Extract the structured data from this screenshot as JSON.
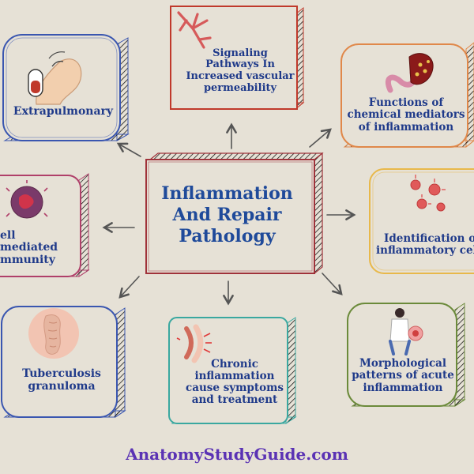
{
  "center": {
    "lines": [
      "Inflammation",
      "And Repair",
      "Pathology"
    ]
  },
  "nodes": [
    {
      "id": "extrapulmonary",
      "label": "Extrapulmonary",
      "color": "#3a56b0"
    },
    {
      "id": "signaling",
      "lines": [
        "Signaling",
        "Pathways In",
        "Increased vascular",
        "permeability"
      ],
      "color": "#c0392b"
    },
    {
      "id": "chemical",
      "lines": [
        "Functions of",
        "chemical mediators",
        "of inflammation"
      ],
      "color": "#e0884a"
    },
    {
      "id": "cell-mediated",
      "lines": [
        "ell mediated",
        "mmunity"
      ],
      "color": "#b0406a"
    },
    {
      "id": "identification",
      "lines": [
        "Identification of",
        "inflammatory cel"
      ],
      "color": "#e8b84a"
    },
    {
      "id": "tuberculosis",
      "lines": [
        "Tuberculosis",
        "granuloma"
      ],
      "color": "#3a56b0"
    },
    {
      "id": "chronic",
      "lines": [
        "Chronic",
        "inflammation",
        "cause symptoms",
        "and treatment"
      ],
      "color": "#3aa8a0"
    },
    {
      "id": "morphological",
      "lines": [
        "Morphological",
        "patterns of acute",
        "inflammation"
      ],
      "color": "#6b8a3a"
    }
  ],
  "colors": {
    "background": "#e6e1d6",
    "title": "#1f4a9a",
    "text": "#1f3a8a",
    "center_border": "#a0323a",
    "arrow": "#555555",
    "footer": "#5a32b4"
  },
  "footer": {
    "site": "AnatomyStudyGuide.com"
  }
}
